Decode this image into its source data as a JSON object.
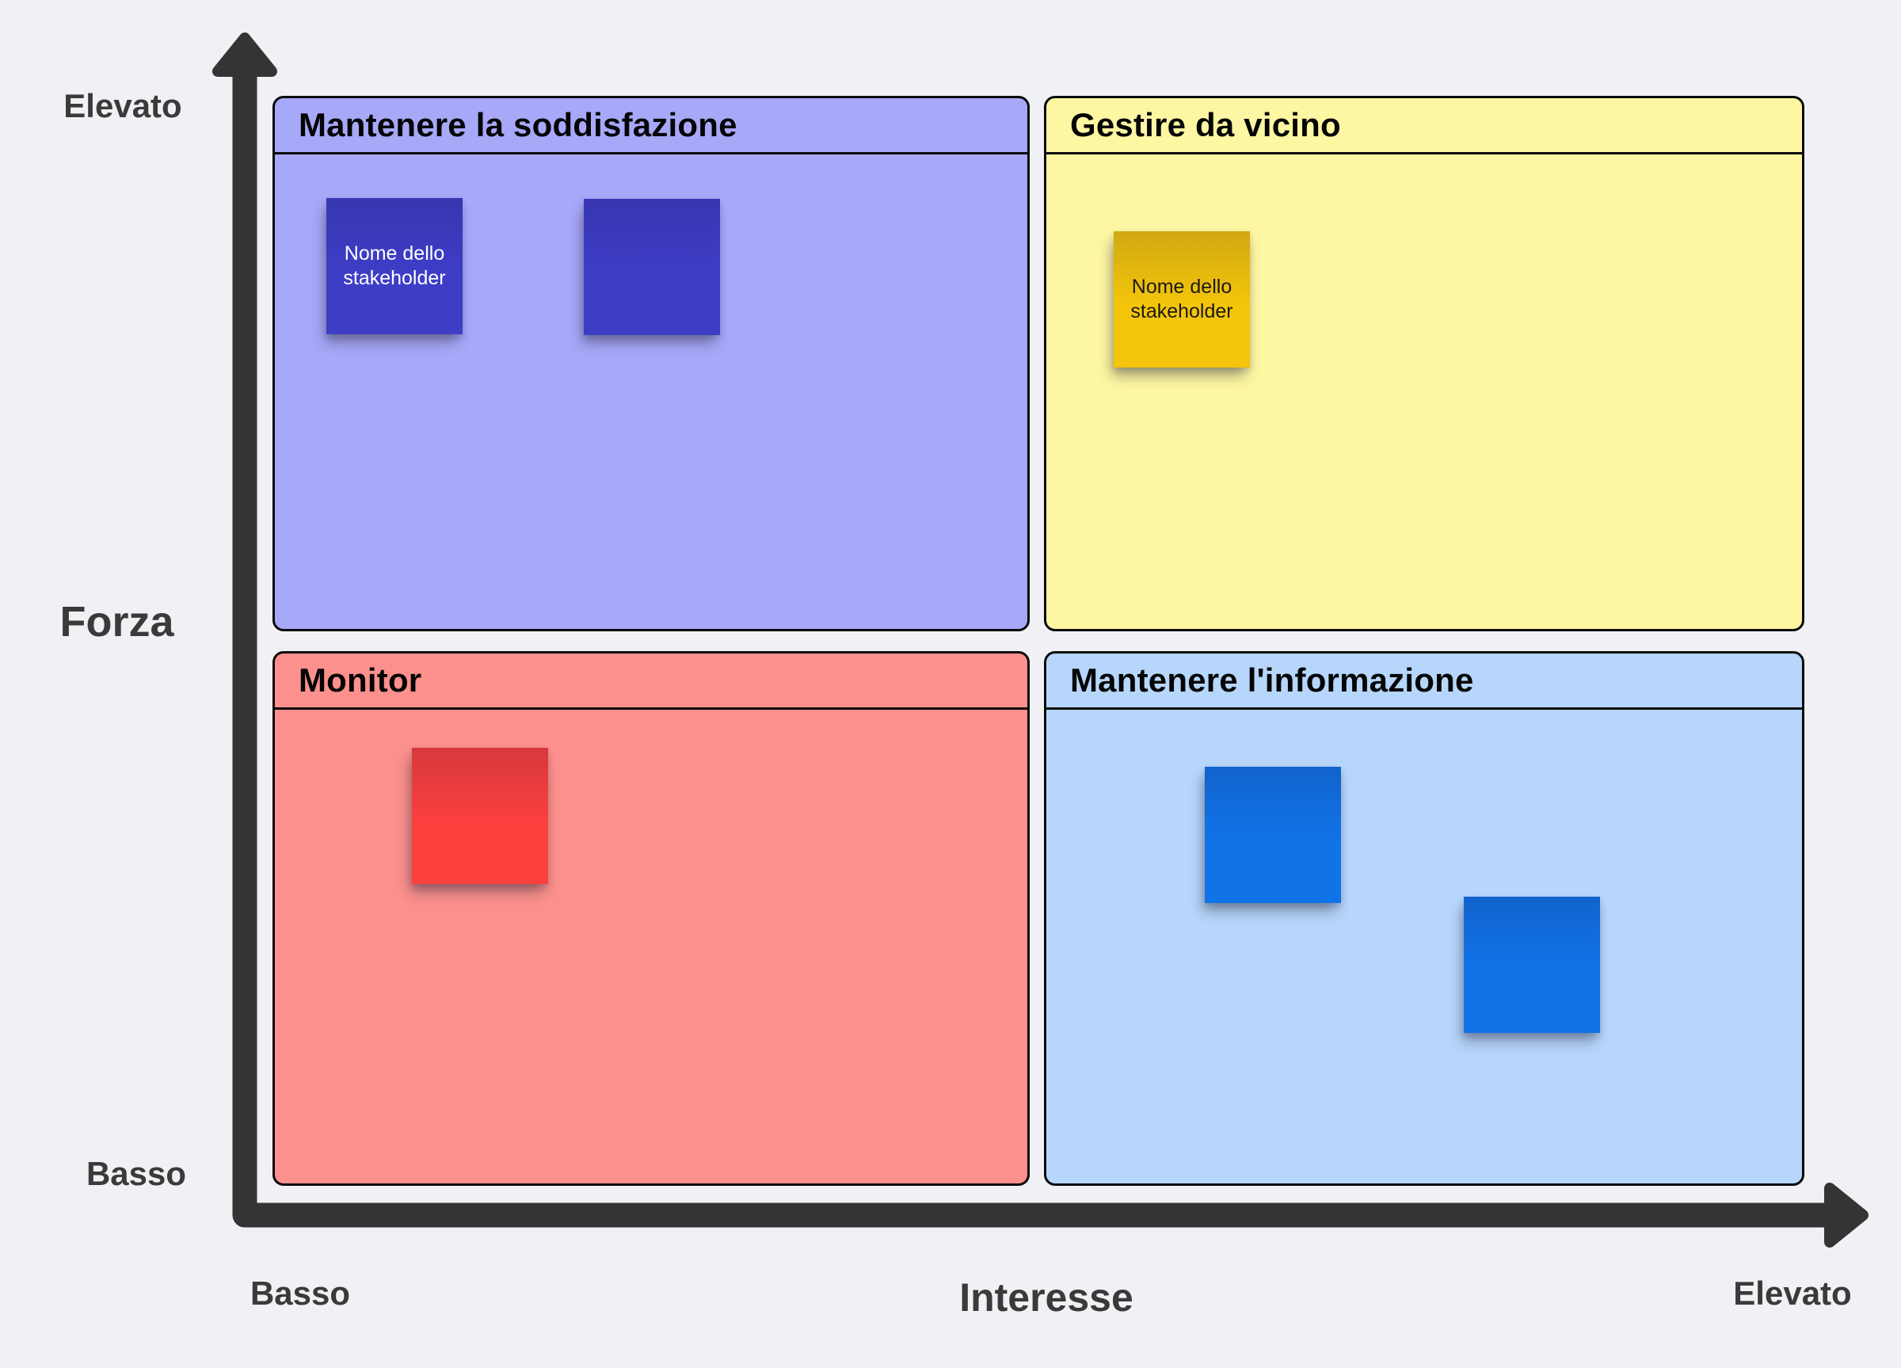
{
  "axes": {
    "y_label": "Forza",
    "y_top": "Elevato",
    "y_bottom": "Basso",
    "x_label": "Interesse",
    "x_left": "Basso",
    "x_right": "Elevato",
    "arrow_color": "#343434",
    "label_color": "#3A3A3A"
  },
  "quadrants": {
    "top_left": {
      "title": "Mantenere la soddisfazione",
      "bg": "#A8A8F9"
    },
    "top_right": {
      "title": "Gestire da vicino",
      "bg": "#FDF6A2"
    },
    "bottom_left": {
      "title": "Monitor",
      "bg": "#FC908C"
    },
    "bottom_right": {
      "title": "Mantenere l'informazione",
      "bg": "#B6D6FB"
    }
  },
  "notes": {
    "purple_1": {
      "text": "Nome dello stakeholder",
      "color": "#3E3DC6",
      "text_color": "#FFFFFF"
    },
    "purple_2": {
      "text": "",
      "color": "#3E3DC6",
      "text_color": "#FFFFFF"
    },
    "yellow_1": {
      "text": "Nome dello stakeholder",
      "color": "#F4C50A",
      "text_color": "#1A1A1A"
    },
    "red_1": {
      "text": "",
      "color": "#FB403E",
      "text_color": "#1A1A1A"
    },
    "blue_1": {
      "text": "",
      "color": "#1173E8",
      "text_color": "#FFFFFF"
    },
    "blue_2": {
      "text": "",
      "color": "#1173E8",
      "text_color": "#FFFFFF"
    }
  },
  "page": {
    "background": "#F0F1F4",
    "border_color": "#0A0A0A"
  }
}
